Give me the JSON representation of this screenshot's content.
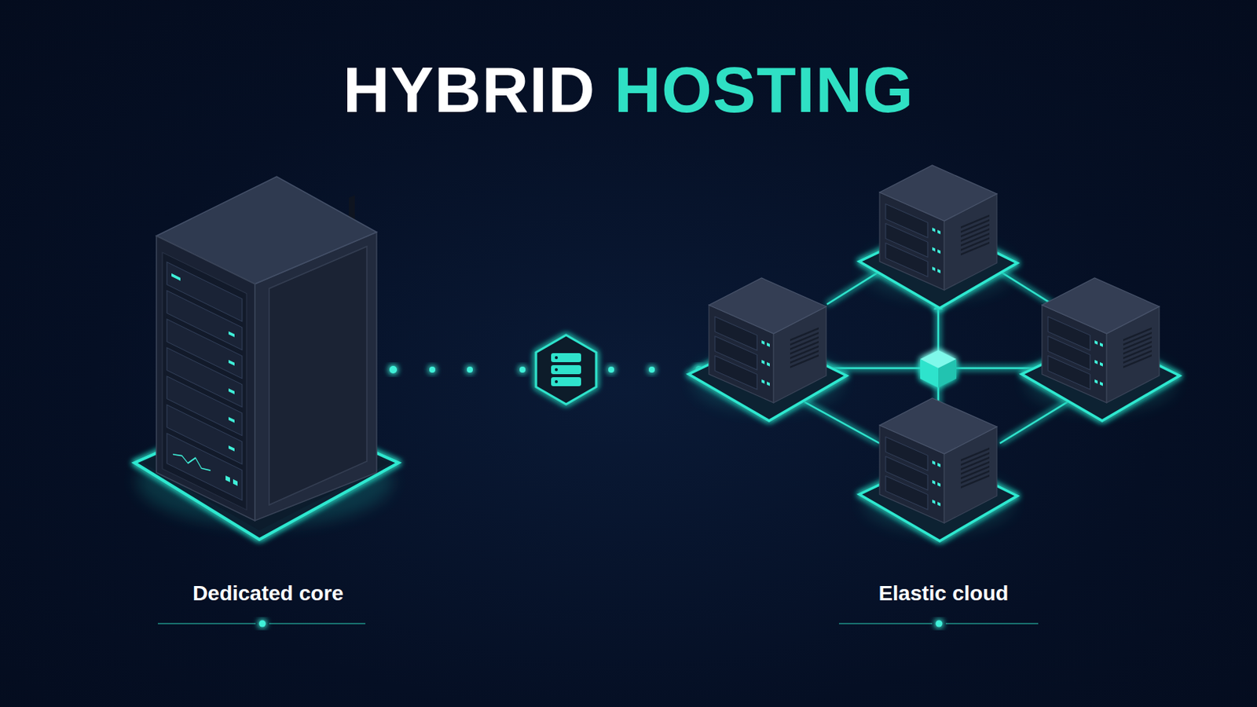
{
  "diagram": {
    "title": "HYBRID HOSTING",
    "nodes": [
      {
        "text": [
          "Dedicated core"
        ]
      },
      {
        "text": [
          "Elastic cloud"
        ]
      }
    ],
    "edges": [
      {
        "from": 0,
        "to": 1,
        "arrow": "none"
      }
    ]
  }
}
